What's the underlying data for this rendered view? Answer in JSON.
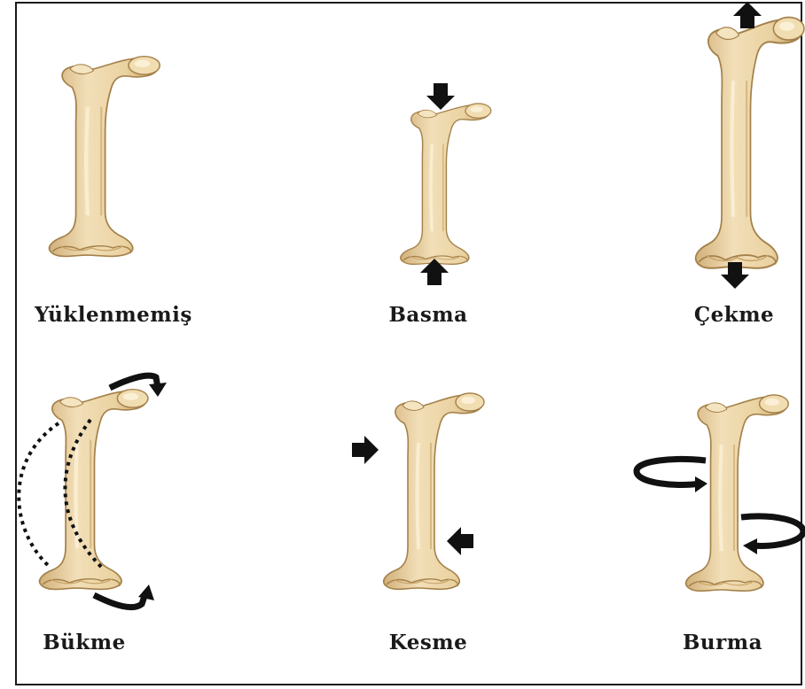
{
  "colors": {
    "bone_fill": "#ead3a3",
    "bone_shade": "#c9a468",
    "bone_outline": "#a4814a",
    "arrow": "#111111",
    "frame": "#1a1a1a"
  },
  "panels": [
    {
      "id": "unloaded",
      "label": "Yüklenmemiş",
      "icon": "bone-icon"
    },
    {
      "id": "compression",
      "label": "Basma",
      "icon": "compression-arrows-icon"
    },
    {
      "id": "tension",
      "label": "Çekme",
      "icon": "tension-arrows-icon"
    },
    {
      "id": "bending",
      "label": "Bükme",
      "icon": "bending-arrows-icon"
    },
    {
      "id": "shear",
      "label": "Kesme",
      "icon": "shear-arrows-icon"
    },
    {
      "id": "torsion",
      "label": "Burma",
      "icon": "torsion-arrows-icon"
    }
  ]
}
